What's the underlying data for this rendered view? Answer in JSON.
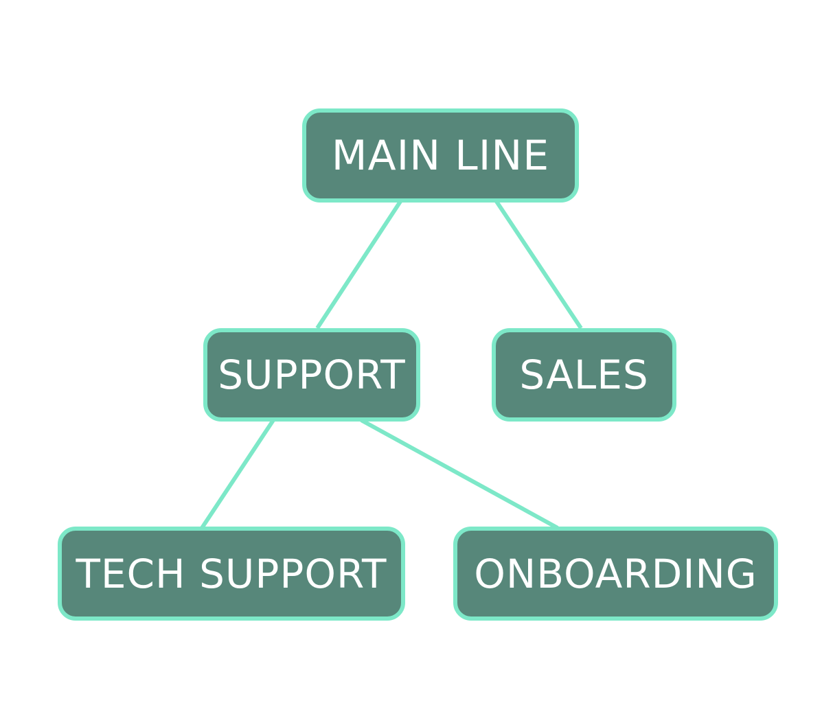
{
  "colors": {
    "node_fill": "#57877a",
    "node_border": "#7de8c8",
    "connector": "#7de8c8",
    "label": "#ffffff",
    "background": "#ffffff"
  },
  "nodes": {
    "main": {
      "label": "MAIN LINE"
    },
    "support": {
      "label": "SUPPORT"
    },
    "sales": {
      "label": "SALES"
    },
    "tech": {
      "label": "TECH SUPPORT"
    },
    "onboarding": {
      "label": "ONBOARDING"
    }
  },
  "edges": [
    {
      "from": "main",
      "to": "support"
    },
    {
      "from": "main",
      "to": "sales"
    },
    {
      "from": "support",
      "to": "tech"
    },
    {
      "from": "support",
      "to": "onboarding"
    }
  ]
}
